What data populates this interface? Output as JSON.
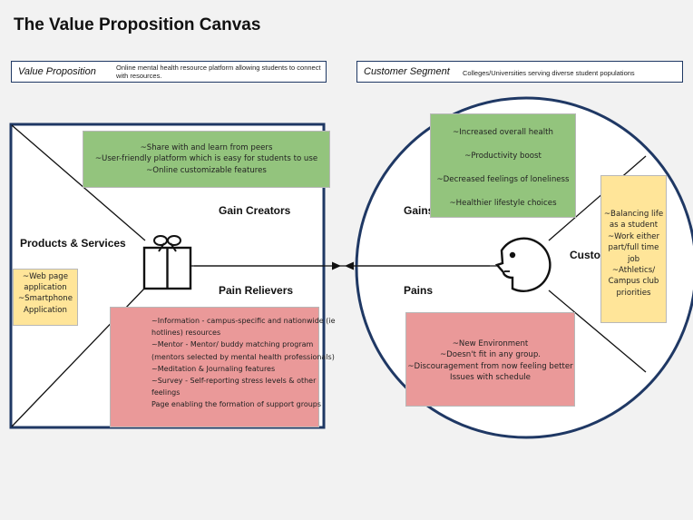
{
  "title": "The Value Proposition Canvas",
  "value_proposition": {
    "label": "Value Proposition",
    "text": "Online mental health resource platform allowing students to connect with resources."
  },
  "customer_segment": {
    "label": "Customer Segment",
    "text": "Colleges/Universities serving diverse student populations"
  },
  "square": {
    "products_services_label": "Products & Services",
    "gain_creators_label": "Gain Creators",
    "pain_relievers_label": "Pain Relievers",
    "products_note": [
      "~Web page",
      "application",
      "~Smartphone",
      "Application"
    ],
    "gain_creators_note": [
      "~Share with and learn from peers",
      "~User-friendly platform which is easy for students to use",
      "~Online customizable features"
    ],
    "pain_relievers_note": [
      "~Information - campus-specific and nationwide (ie",
      "hotlines) resources",
      "~Mentor - Mentor/ buddy matching program",
      "(mentors selected by mental health professionals)",
      "~Meditation & Journaling features",
      "~Survey - Self-reporting stress levels & other",
      "feelings",
      "Page enabling the formation of support groups"
    ]
  },
  "circle": {
    "gains_label": "Gains",
    "pains_label": "Pains",
    "customer_label": "Custo",
    "gains_note": [
      "~Increased overall health",
      "~Productivity boost",
      "~Decreased feelings of loneliness",
      "~Healthier lifestyle choices"
    ],
    "pains_note": [
      "~New Environment",
      "~Doesn't fit in any group.",
      "~Discouragement from now feeling better",
      "Issues with schedule"
    ],
    "jobs_note": [
      "~Balancing life",
      "as a student",
      "~Work either",
      "part/full time",
      "job",
      "~Athletics/",
      "Campus club",
      "priorities"
    ]
  },
  "colors": {
    "frame": "#1f3864",
    "green_note": "#93c47d",
    "red_note": "#ea9999",
    "yellow_note": "#ffe599"
  },
  "icons": [
    "gift-icon",
    "customer-face-icon",
    "double-arrow-icon"
  ]
}
